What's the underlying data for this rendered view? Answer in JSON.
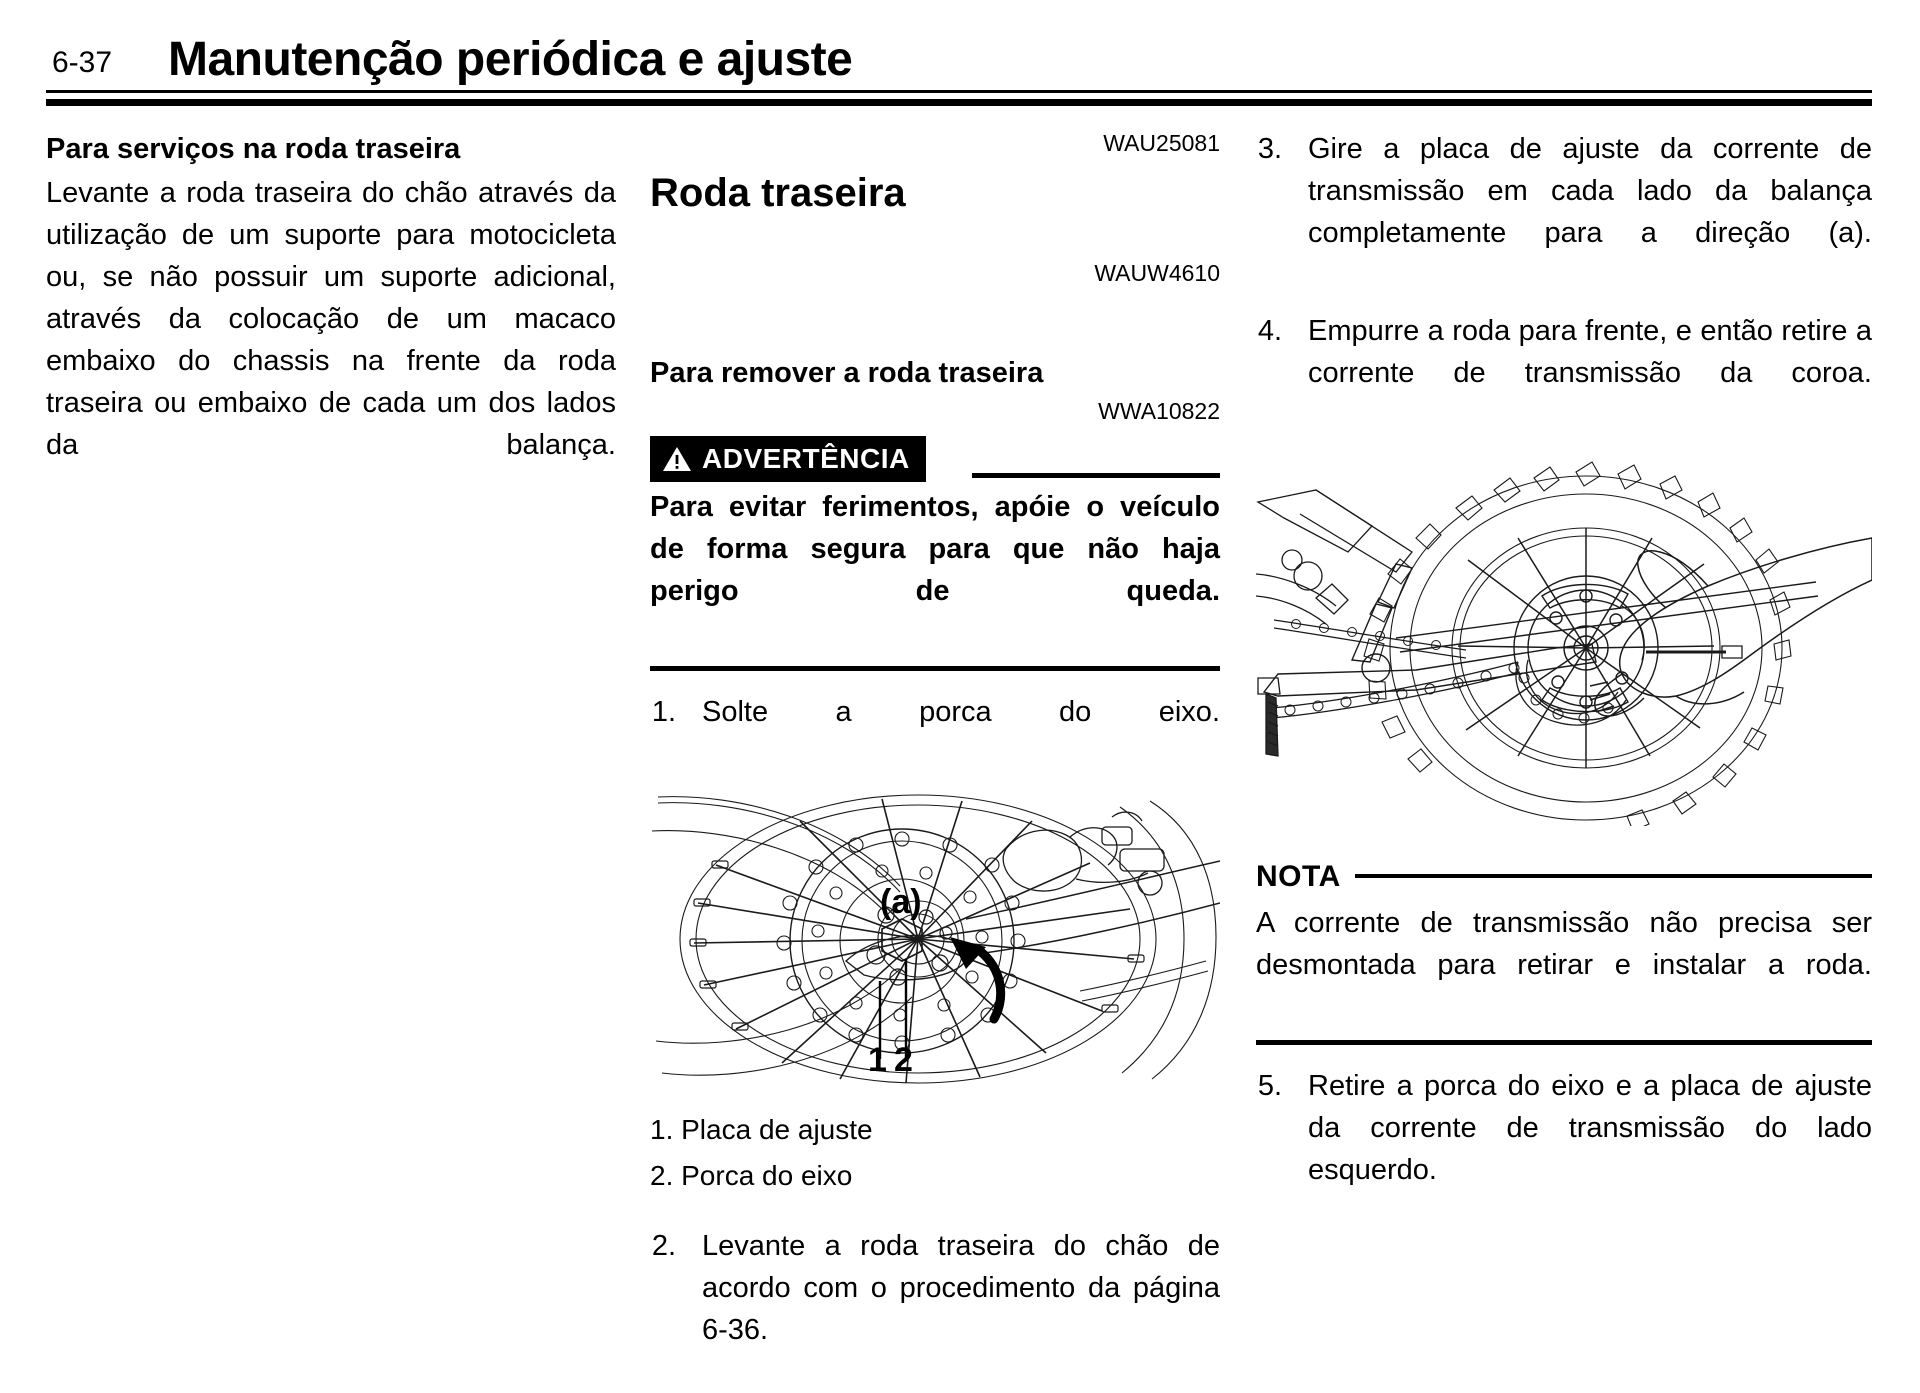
{
  "header": {
    "page_number": "6-37",
    "title": "Manutenção periódica e ajuste"
  },
  "column1": {
    "section_heading": "Para serviços na roda traseira",
    "body": "Levante a roda traseira do chão através da utilização de um suporte para motocicleta ou, se não possuir um suporte adicional, através da colocação de um macaco embaixo do chassis na frente da roda traseira ou embaixo de cada um dos lados da balança."
  },
  "column2": {
    "code_top": "WAU25081",
    "heading": "Roda traseira",
    "code_sub": "WAUW4610",
    "subheading": "Para remover a roda traseira",
    "code_warning": "WWA10822",
    "warning_label": "ADVERTÊNCIA",
    "warning_text": "Para evitar ferimentos, apóie o veículo de forma segura para que não haja perigo de queda.",
    "step1_num": "1.",
    "step1_text": "Solte a porca do eixo.",
    "figure_callout_a": "(a)",
    "figure_callout_1": "1",
    "figure_callout_2": "2",
    "key": [
      "1. Placa de ajuste",
      "2. Porca do eixo"
    ],
    "step2_num": "2.",
    "step2_text": "Levante a roda traseira do chão de acordo com o procedimento da página 6-36."
  },
  "column3": {
    "step3_num": "3.",
    "step3_text": "Gire a placa de ajuste da corrente de transmissão em cada lado da balança completamente para a direção (a).",
    "step4_num": "4.",
    "step4_text": "Empurre a roda para frente, e então retire a corrente de transmissão da coroa.",
    "nota_label": "NOTA",
    "nota_text": "A corrente de transmissão não precisa ser desmontada para retirar e instalar a roda.",
    "step5_num": "5.",
    "step5_text": "Retire a porca do eixo e a placa de ajuste da corrente de transmissão do lado esquerdo."
  },
  "colors": {
    "ink": "#000000",
    "paper": "#ffffff",
    "line_art": "#1a1a1a"
  }
}
